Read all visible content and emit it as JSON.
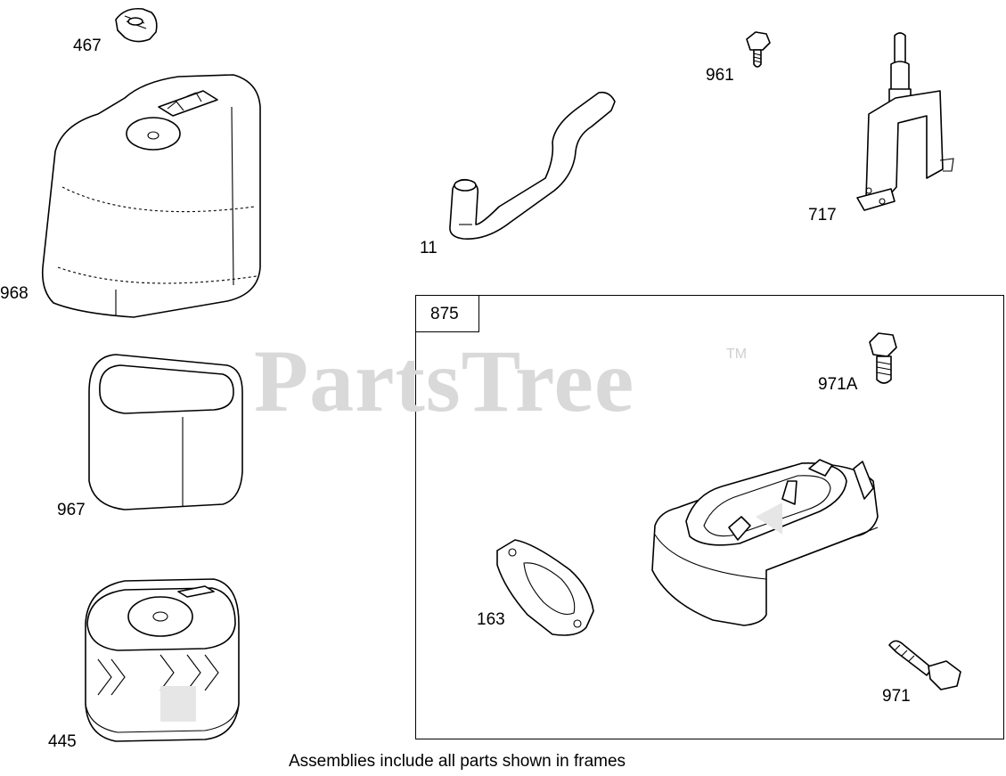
{
  "watermark": {
    "text": "PartsTree",
    "trademark": "TM"
  },
  "caption": "Assemblies include all parts shown in frames",
  "frame": {
    "label": "875"
  },
  "parts": [
    {
      "id": "467",
      "name": "knob"
    },
    {
      "id": "968",
      "name": "air-cleaner-cover"
    },
    {
      "id": "967",
      "name": "pre-cleaner"
    },
    {
      "id": "445",
      "name": "air-filter-cartridge"
    },
    {
      "id": "11",
      "name": "breather-tube"
    },
    {
      "id": "961",
      "name": "screw"
    },
    {
      "id": "717",
      "name": "bracket-stud"
    },
    {
      "id": "971A",
      "name": "screw"
    },
    {
      "id": "163",
      "name": "gasket"
    },
    {
      "id": "971",
      "name": "screw"
    }
  ]
}
